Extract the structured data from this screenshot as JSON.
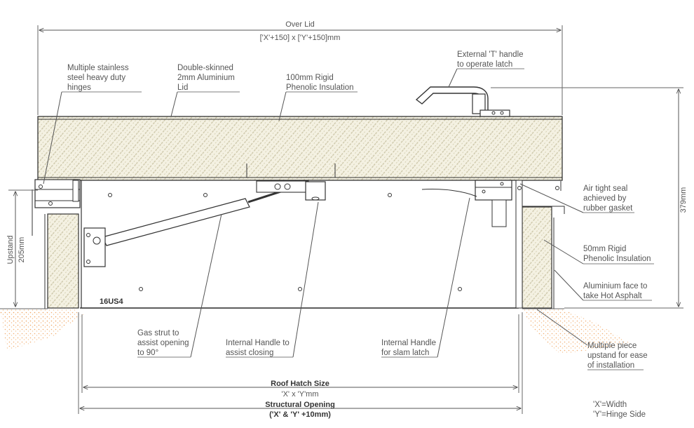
{
  "dimensions": {
    "over_lid_title": "Over Lid",
    "over_lid_value": "['X'+150] x ['Y'+150]mm",
    "height_379": "379mm",
    "upstand_title": "Upstand",
    "upstand_value": "205mm",
    "roof_hatch_title": "Roof Hatch Size",
    "roof_hatch_value": "'X' x 'Y'mm",
    "structural_title": "Structural Opening",
    "structural_value": "('X' & 'Y' +10mm)"
  },
  "legend": {
    "x_def": "'X'=Width",
    "y_def": "'Y'=Hinge Side"
  },
  "part_code": "16US4",
  "callouts": {
    "hinges": [
      "Multiple stainless",
      "steel heavy duty",
      "hinges"
    ],
    "lid": [
      "Double-skinned",
      "2mm Aluminium",
      "Lid"
    ],
    "insulation_100": [
      "100mm Rigid",
      "Phenolic Insulation"
    ],
    "t_handle": [
      "External 'T' handle",
      "to operate latch"
    ],
    "air_seal": [
      "Air tight seal",
      "achieved by",
      "rubber gasket"
    ],
    "insulation_50": [
      "50mm Rigid",
      "Phenolic Insulation"
    ],
    "aluminium_face": [
      "Aluminium face to",
      "take Hot Asphalt"
    ],
    "multi_upstand": [
      "Multiple piece",
      "upstand for ease",
      "of installation"
    ],
    "gas_strut": [
      "Gas strut to",
      "assist opening",
      "to 90°"
    ],
    "internal_handle_close": [
      "Internal Handle to",
      "assist closing"
    ],
    "internal_handle_latch": [
      "Internal Handle",
      "for slam latch"
    ]
  },
  "colors": {
    "insulation_fill": "#f4f1e2",
    "hatch_line": "#c9c3a4",
    "ground_dots": "#f0a15a",
    "line": "#555555"
  }
}
